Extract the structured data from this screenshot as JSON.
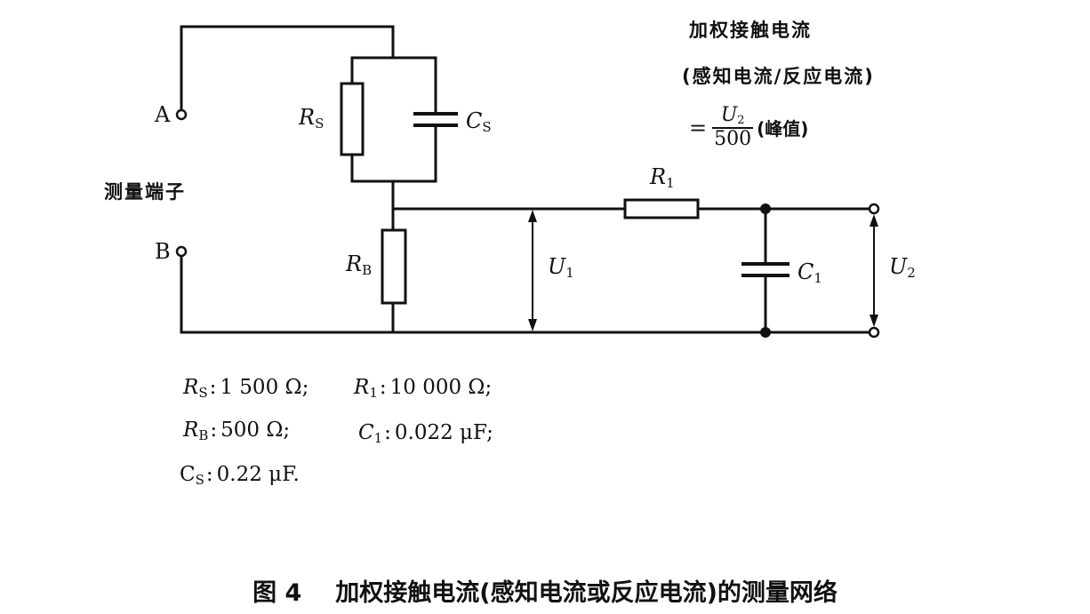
{
  "top_right_note": {
    "line1": "加权接触电流",
    "line2": "(感知电流/反应电流)",
    "equals": "=",
    "fraction_numerator_symbol": "U",
    "fraction_numerator_subscript": "2",
    "fraction_denominator": "500",
    "peak_label": "(峰值)"
  },
  "terminal_group_label": "测量端子",
  "terminals": {
    "a": "A",
    "b": "B"
  },
  "components": {
    "rs": {
      "symbol": "R",
      "subscript": "S"
    },
    "cs": {
      "symbol": "C",
      "subscript": "S"
    },
    "rb": {
      "symbol": "R",
      "subscript": "B"
    },
    "r1": {
      "symbol": "R",
      "subscript": "1"
    },
    "c1": {
      "symbol": "C",
      "subscript": "1"
    }
  },
  "voltages": {
    "u1": {
      "symbol": "U",
      "subscript": "1"
    },
    "u2": {
      "symbol": "U",
      "subscript": "2"
    }
  },
  "parameters": [
    {
      "symbol": "R",
      "subscript": "S",
      "separator": ":",
      "value": "1 500 Ω;"
    },
    {
      "symbol": "R",
      "subscript": "1",
      "separator": ":",
      "value": "10 000 Ω;"
    },
    {
      "symbol": "R",
      "subscript": "B",
      "separator": ":",
      "value": "500 Ω;"
    },
    {
      "symbol": "C",
      "subscript": "1",
      "separator": ":",
      "value": "0.022 μF;"
    },
    {
      "symbol": "C",
      "subscript": "S",
      "separator": ":",
      "value": "0.22 μF."
    }
  ],
  "caption": {
    "figure_number": "图 4",
    "title": "加权接触电流(感知电流或反应电流)的测量网络"
  }
}
